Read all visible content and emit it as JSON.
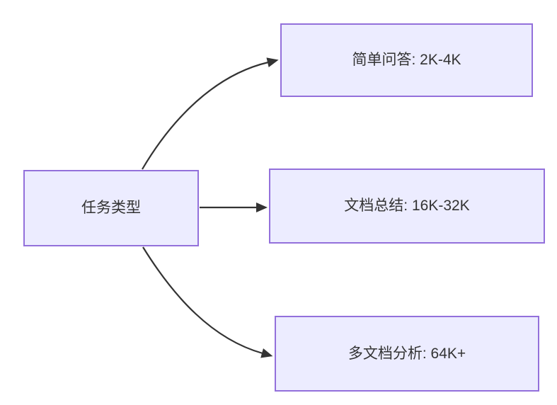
{
  "diagram": {
    "type": "flowchart",
    "direction": "left-to-right",
    "root": {
      "label": "任务类型"
    },
    "branches": [
      {
        "label": "简单问答: 2K-4K"
      },
      {
        "label": "文档总结: 16K-32K"
      },
      {
        "label": "多文档分析: 64K+"
      }
    ],
    "edges": [
      {
        "from": "任务类型",
        "to": "简单问答: 2K-4K"
      },
      {
        "from": "任务类型",
        "to": "文档总结: 16K-32K"
      },
      {
        "from": "任务类型",
        "to": "多文档分析: 64K+"
      }
    ],
    "colors": {
      "node_fill": "#ECECFF",
      "node_border": "#9370DB",
      "edge_stroke": "#333333",
      "text": "#333333",
      "background": "#FFFFFF"
    }
  }
}
